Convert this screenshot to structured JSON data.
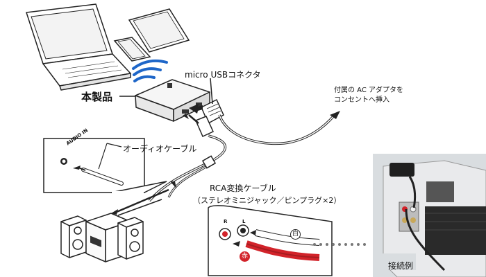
{
  "labels": {
    "product": "本製品",
    "usb_connector": "micro USBコネクタ",
    "ac_adapter_line1": "付属の AC アダプタを",
    "ac_adapter_line2": "コンセントへ挿入",
    "audio_cable": "オーディオケーブル",
    "rca_cable": "RCA変換ケーブル",
    "rca_cable_detail": "（ステレオミニジャック／ピンプラグ×2）",
    "audio_in": "AUDIO IN",
    "jack_r": "R",
    "jack_l": "L",
    "red_mark": "赤",
    "white_mark": "白",
    "connection_example": "接続例"
  },
  "colors": {
    "line": "#222222",
    "red_plug": "#d2232a",
    "wifi": "#1e66c8",
    "photo_bg": "#d9dde0",
    "device_body": "#f4f4f4"
  }
}
